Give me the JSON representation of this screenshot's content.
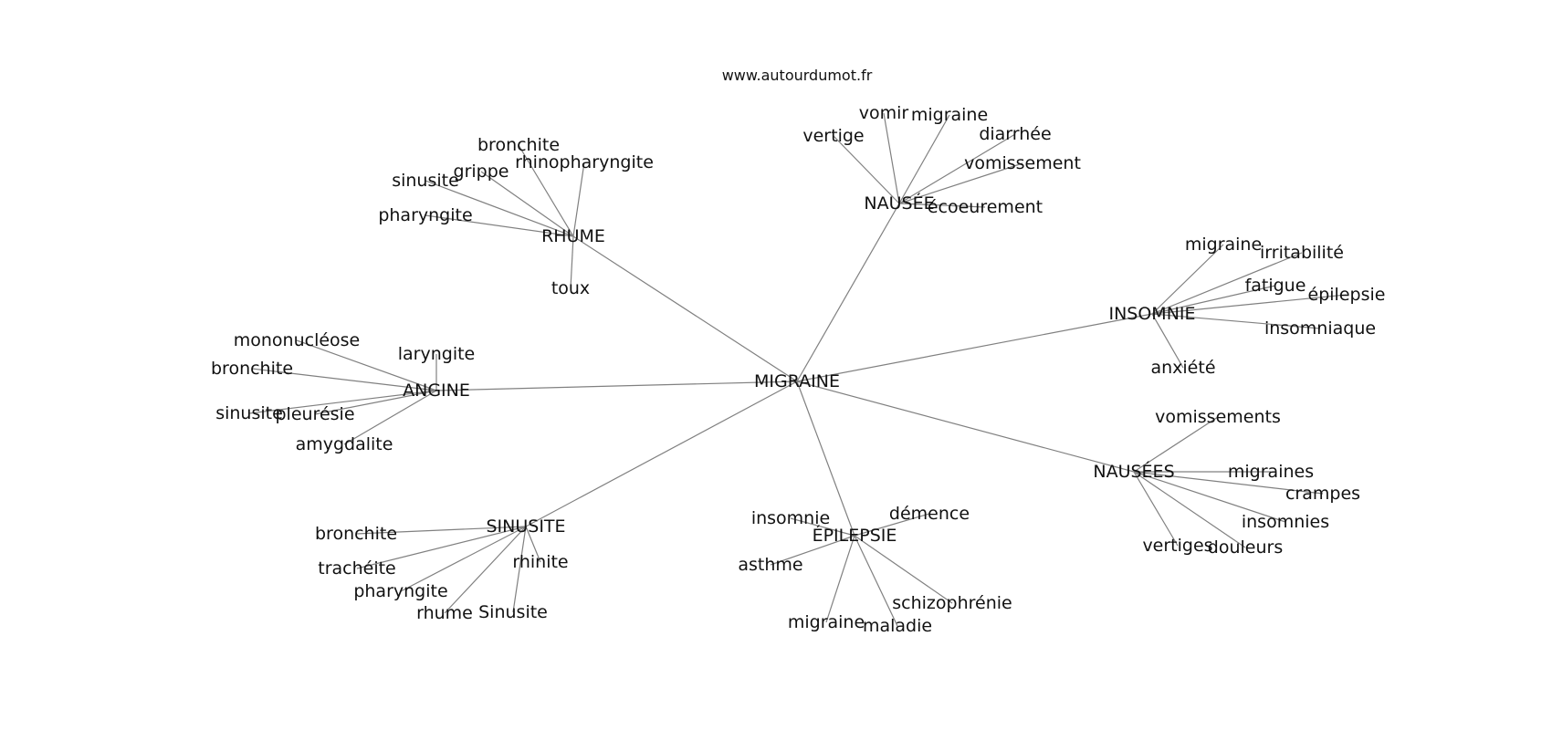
{
  "source": "www.autourdumot.fr",
  "graph": {
    "root": "MIGRAINE",
    "hubs": [
      {
        "id": "rhume",
        "label": "RHUME",
        "leaves": [
          "bronchite",
          "rhinopharyngite",
          "grippe",
          "sinusite",
          "pharyngite",
          "toux"
        ]
      },
      {
        "id": "nausee",
        "label": "NAUSÉE",
        "leaves": [
          "vomir",
          "migraine",
          "vertige",
          "diarrhée",
          "vomissement",
          "écoeurement"
        ]
      },
      {
        "id": "insomnie",
        "label": "INSOMNIE",
        "leaves": [
          "migraine",
          "irritabilité",
          "fatigue",
          "épilepsie",
          "insomniaque",
          "anxiété"
        ]
      },
      {
        "id": "angine",
        "label": "ANGINE",
        "leaves": [
          "mononucléose",
          "laryngite",
          "bronchite",
          "sinusite",
          "pleurésie",
          "amygdalite"
        ]
      },
      {
        "id": "nausees",
        "label": "NAUSÉES",
        "leaves": [
          "vomissements",
          "migraines",
          "crampes",
          "insomnies",
          "vertiges",
          "douleurs"
        ]
      },
      {
        "id": "sinusite",
        "label": "SINUSITE",
        "leaves": [
          "bronchite",
          "trachéite",
          "rhinite",
          "pharyngite",
          "rhume",
          "Sinusite"
        ]
      },
      {
        "id": "epilepsie",
        "label": "ÉPILEPSIE",
        "leaves": [
          "insomnie",
          "démence",
          "asthme",
          "schizophrénie",
          "migraine",
          "maladie"
        ]
      }
    ]
  }
}
